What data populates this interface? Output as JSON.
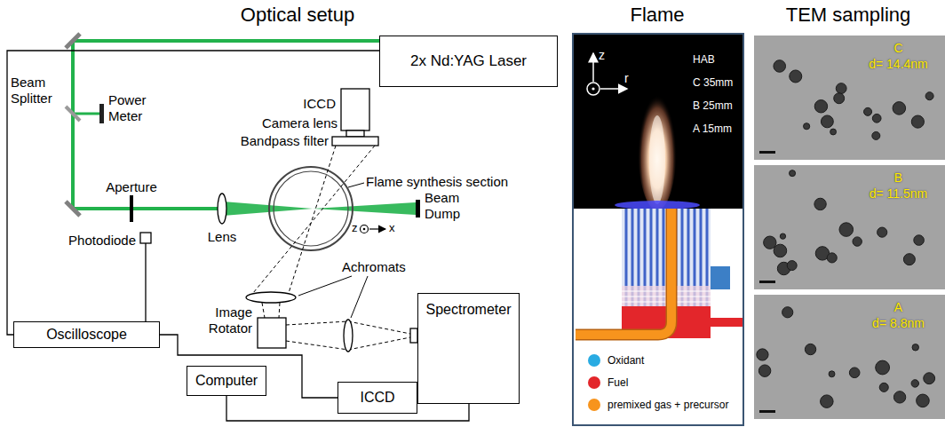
{
  "diagram": {
    "nodes": [
      {
        "text": [
          "2x Nd:YAG Laser"
        ]
      },
      {
        "text": [
          "Oscilloscope"
        ]
      },
      {
        "text": [
          "Computer"
        ]
      },
      {
        "text": [
          "ICCD"
        ]
      },
      {
        "text": [
          "Spectrometer"
        ]
      },
      {
        "text": [
          "C",
          "d= 14.4nm"
        ]
      },
      {
        "text": [
          "B",
          "d= 11.5nm"
        ]
      },
      {
        "text": [
          "A",
          "d= 8.8nm"
        ]
      }
    ],
    "edges": [
      {
        "from": 1,
        "to": 0,
        "arrow": "none"
      },
      {
        "from": 1,
        "to": 3,
        "arrow": "none"
      },
      {
        "from": 2,
        "to": 4,
        "arrow": "none"
      }
    ],
    "labels": [
      "Optical setup",
      "Beam Splitter",
      "Power Meter",
      "ICCD",
      "Camera lens",
      "Bandpass filter",
      "Flame synthesis section",
      "Aperture",
      "Photodiode",
      "Lens",
      "Beam Dump",
      "z",
      "x",
      "Image Rotator",
      "Achromats",
      "Flame",
      "z",
      "r",
      "HAB",
      "C 35mm",
      "B 25mm",
      "A 15mm",
      "TEM sampling"
    ],
    "legend": [
      {
        "text": "Oxidant",
        "color": "#29abe2"
      },
      {
        "text": "Fuel",
        "color": "#e3262b"
      },
      {
        "text": "premixed gas + precursor",
        "color": "#f7941d"
      }
    ]
  }
}
